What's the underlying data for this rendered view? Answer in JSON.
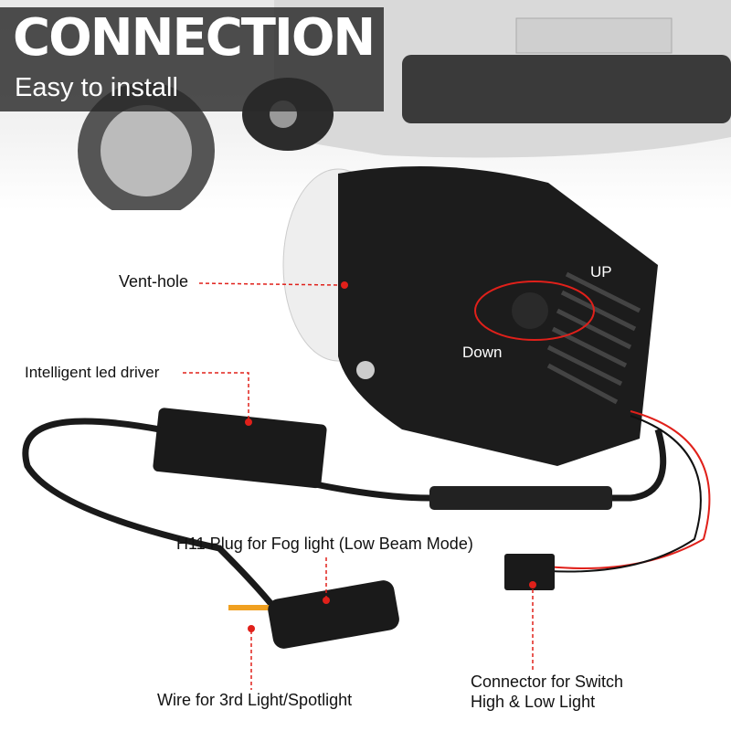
{
  "header": {
    "title": "CONNECTION",
    "subtitle": "Easy to install"
  },
  "callouts": {
    "vent_hole": "Vent-hole",
    "up": "UP",
    "down": "Down",
    "driver": "Intelligent led driver",
    "h11_plug": "H11 Plug for Fog light (Low Beam Mode)",
    "wire_3rd": "Wire for 3rd Light/Spotlight",
    "connector_line1": "Connector for Switch",
    "connector_line2": "High & Low Light"
  },
  "colors": {
    "accent": "#e0201a",
    "banner": "#2a2a2a"
  }
}
